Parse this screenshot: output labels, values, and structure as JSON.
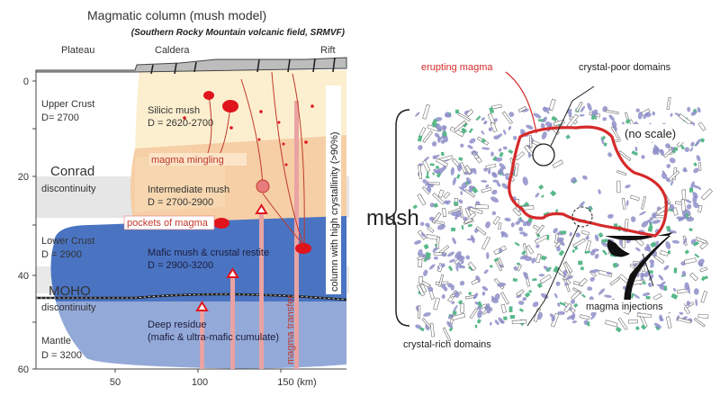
{
  "left_panel": {
    "title": "Magmatic column (mush model)",
    "subtitle": "(Southern Rocky Mountain volcanic field, SRMVF)",
    "surface_labels": {
      "plateau": "Plateau",
      "caldera": "Caldera",
      "rift": "Rift"
    },
    "depth_ticks": [
      "0",
      "20",
      "40",
      "60"
    ],
    "distance_ticks": [
      "50",
      "100",
      "150 (km)"
    ],
    "layers": {
      "upper_crust": {
        "name": "Upper Crust",
        "density": "D= 2700"
      },
      "conrad": {
        "name": "Conrad",
        "sub": "discontinuity"
      },
      "lower_crust": {
        "name": "Lower Crust",
        "density": "D = 2900"
      },
      "moho": {
        "name": "MOHO",
        "sub": "discontinuity"
      },
      "mantle": {
        "name": "Mantle",
        "density": "D = 3200"
      }
    },
    "mush_zones": {
      "silicic": {
        "name": "Silicic mush",
        "density": "D = 2620-2700"
      },
      "intermediate": {
        "name": "Intermediate mush",
        "density": "D = 2700-2900"
      },
      "mafic": {
        "name": "Mafic mush & crustal restite",
        "density": "D = 2900-3200"
      },
      "residue": {
        "name": "Deep residue",
        "detail": "(mafic & ultra-mafic cumulate)"
      }
    },
    "annotations": {
      "mingling": "magma mingling",
      "pockets": "pockets of magma",
      "transfer": "magma transfer",
      "column": "column with high crystallinity (>90%)"
    },
    "colors": {
      "silicic": "#fcefcf",
      "intermediate": "#f6cfa6",
      "mafic": "#4a74c2",
      "residue": "#93a9d8",
      "magma": "#e0141c",
      "band": "#e6e6e6"
    }
  },
  "right_panel": {
    "mush_label": "mush",
    "labels": {
      "erupting": "erupting magma",
      "crystal_poor": "crystal-poor domains",
      "no_scale": "(no scale)",
      "injections": "magma injections",
      "crystal_rich": "crystal-rich domains"
    },
    "colors": {
      "purple": "#8e8ec9",
      "green": "#58b889",
      "outline": "#d62a2a"
    }
  }
}
